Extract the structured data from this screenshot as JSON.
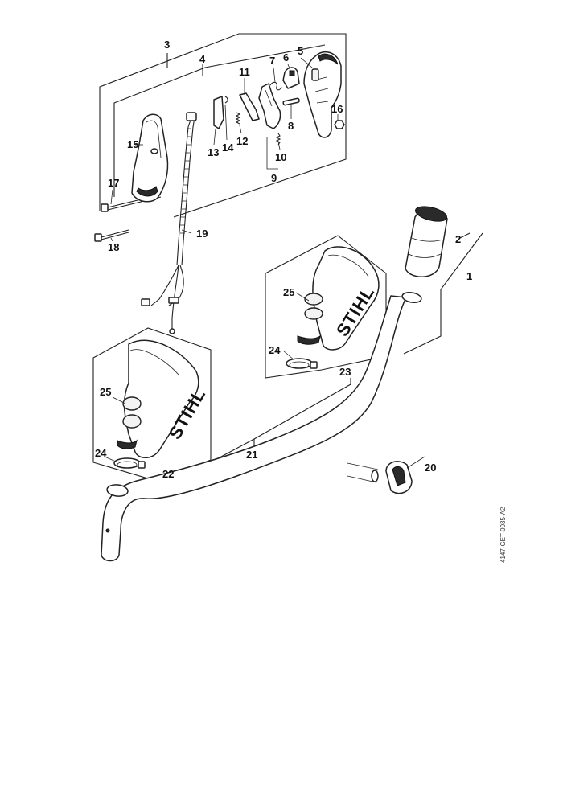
{
  "document_id": "4147-GET-0035-A2",
  "brand_logo_text": "STIHL",
  "labels": {
    "p1": "1",
    "p2": "2",
    "p3": "3",
    "p4": "4",
    "p5": "5",
    "p6": "6",
    "p7": "7",
    "p8": "8",
    "p9": "9",
    "p10": "10",
    "p11": "11",
    "p12": "12",
    "p13": "13",
    "p14": "14",
    "p15": "15",
    "p16": "16",
    "p17": "17",
    "p18": "18",
    "p19": "19",
    "p20": "20",
    "p21": "21",
    "p22": "22",
    "p23": "23",
    "p24a": "24",
    "p24b": "24",
    "p25a": "25",
    "p25b": "25"
  }
}
